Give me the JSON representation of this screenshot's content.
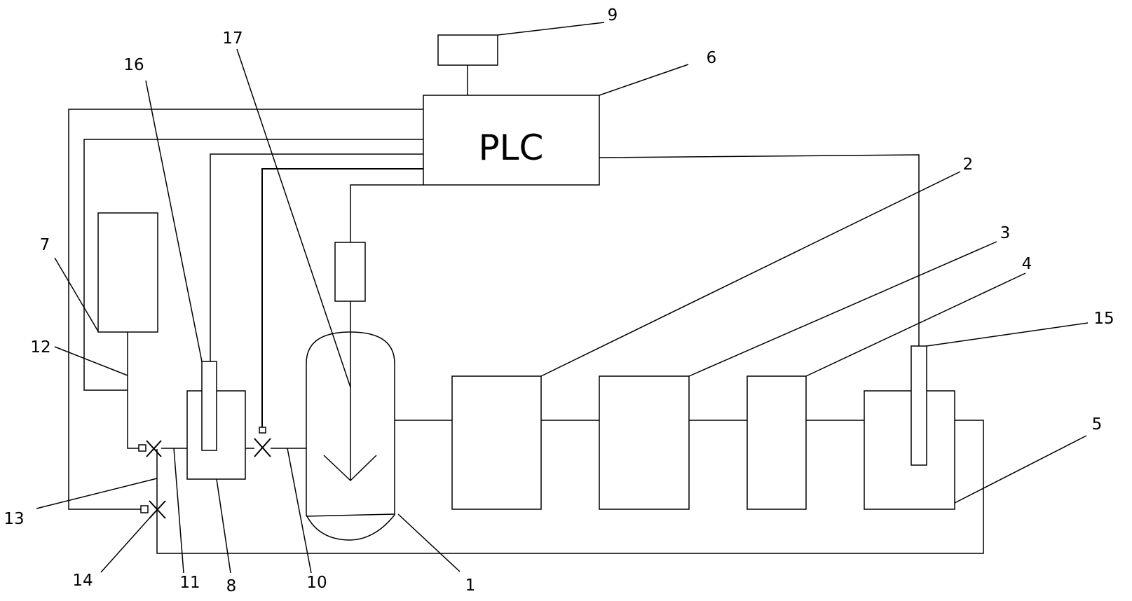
{
  "controller": {
    "label": "PLC"
  },
  "labels": {
    "n1": "1",
    "n2": "2",
    "n3": "3",
    "n4": "4",
    "n5": "5",
    "n6": "6",
    "n7": "7",
    "n8": "8",
    "n9": "9",
    "n10": "10",
    "n11": "11",
    "n12": "12",
    "n13": "13",
    "n14": "14",
    "n15": "15",
    "n16": "16",
    "n17": "17"
  }
}
